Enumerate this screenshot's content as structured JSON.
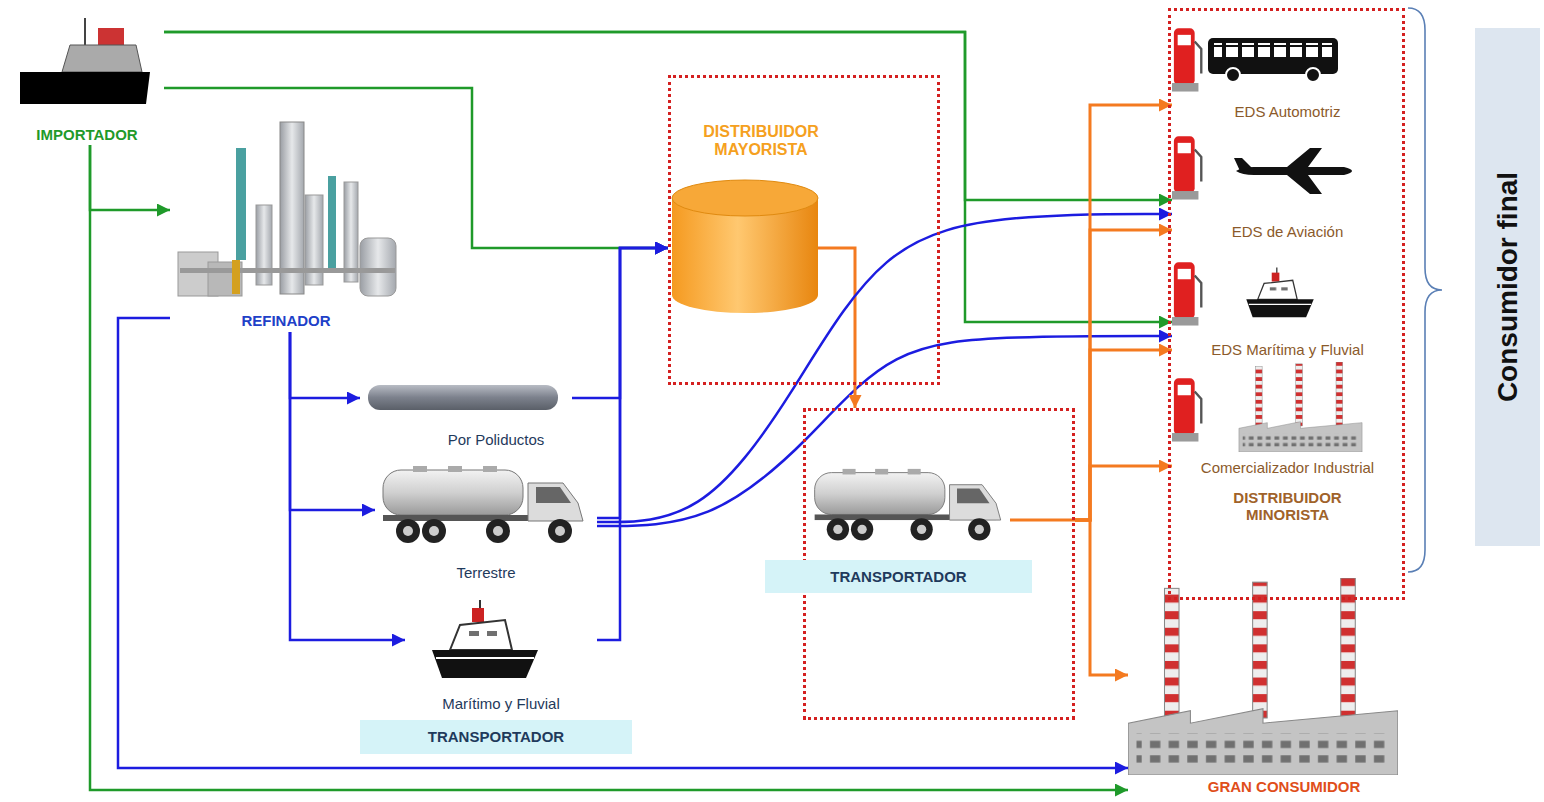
{
  "diagram": {
    "nodes": [
      {
        "text": [
          "IMPORTADOR"
        ]
      },
      {
        "text": [
          "REFINADOR"
        ]
      },
      {
        "text": [
          "DISTRIBUIDOR MAYORISTA"
        ]
      },
      {
        "text": [
          "Por Poliductos"
        ]
      },
      {
        "text": [
          "Terrestre"
        ]
      },
      {
        "text": [
          "Marítimo y Fluvial"
        ]
      },
      {
        "text": [
          "TRANSPORTADOR"
        ]
      },
      {
        "text": [
          "TRANSPORTADOR"
        ]
      },
      {
        "text": [
          "DISTRIBUIDOR MINORISTA"
        ]
      },
      {
        "text": [
          "EDS Automotriz"
        ],
        "in": 8
      },
      {
        "text": [
          "EDS de Aviación"
        ],
        "in": 8
      },
      {
        "text": [
          "EDS Marítima y Fluvial"
        ],
        "in": 8
      },
      {
        "text": [
          "Comercializador Industrial"
        ],
        "in": 8
      },
      {
        "text": [
          "Consumidor final"
        ]
      },
      {
        "text": [
          "GRAN CONSUMIDOR"
        ]
      }
    ],
    "edges": [
      {
        "from": 0,
        "to": 1,
        "arrow": "to"
      },
      {
        "from": 0,
        "to": 2,
        "arrow": "to"
      },
      {
        "from": 0,
        "to": 10,
        "arrow": "to"
      },
      {
        "from": 0,
        "to": 11,
        "arrow": "to"
      },
      {
        "from": 0,
        "to": 14,
        "arrow": "to"
      },
      {
        "from": 1,
        "to": 3,
        "arrow": "to"
      },
      {
        "from": 1,
        "to": 4,
        "arrow": "to"
      },
      {
        "from": 1,
        "to": 5,
        "arrow": "to"
      },
      {
        "from": 3,
        "to": 2,
        "arrow": "to"
      },
      {
        "from": 4,
        "to": 2,
        "arrow": "to"
      },
      {
        "from": 5,
        "to": 2,
        "arrow": "to"
      },
      {
        "from": 4,
        "to": 10,
        "arrow": "to"
      },
      {
        "from": 4,
        "to": 11,
        "arrow": "to"
      },
      {
        "from": 1,
        "to": 14,
        "arrow": "to"
      },
      {
        "from": 2,
        "to": 7,
        "arrow": "to"
      },
      {
        "from": 7,
        "to": 9,
        "arrow": "to"
      },
      {
        "from": 7,
        "to": 10,
        "arrow": "to"
      },
      {
        "from": 7,
        "to": 11,
        "arrow": "to"
      },
      {
        "from": 7,
        "to": 12,
        "arrow": "to"
      },
      {
        "from": 7,
        "to": 14,
        "arrow": "to"
      }
    ]
  }
}
